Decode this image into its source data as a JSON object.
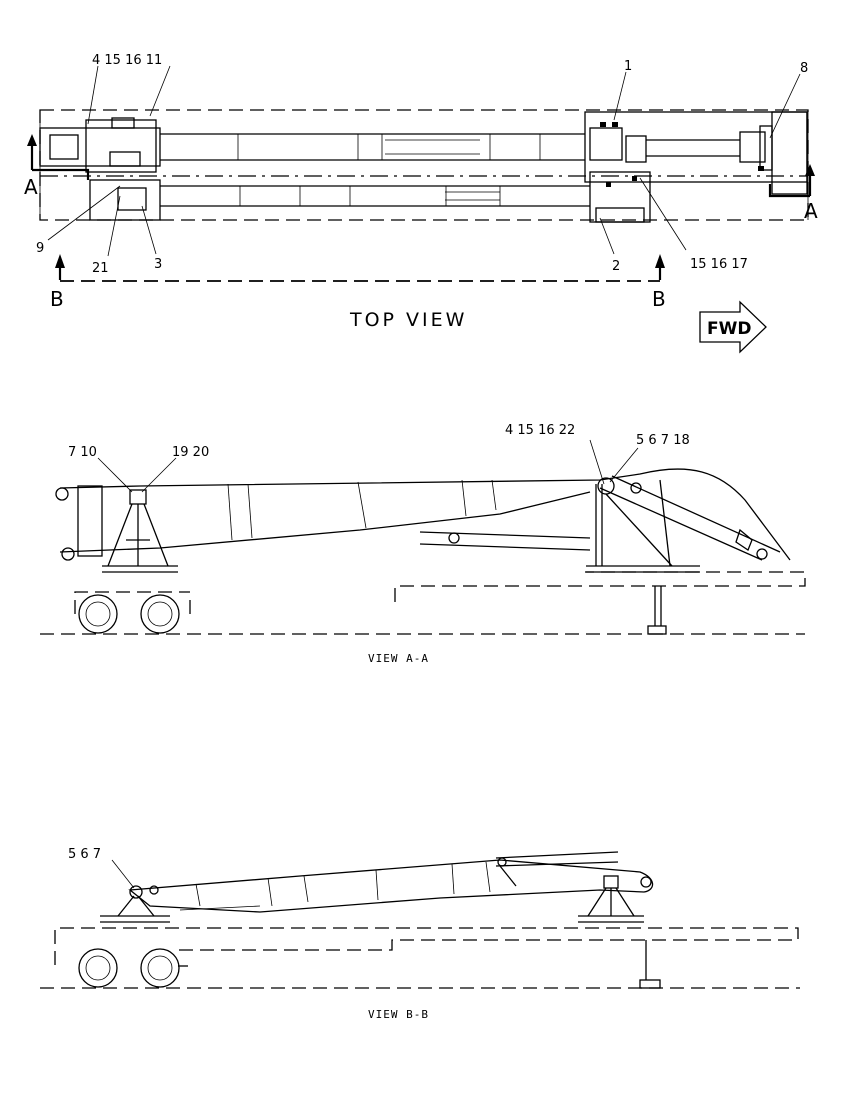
{
  "top_view": {
    "title": "TOP VIEW",
    "fwd": "FWD",
    "section_markers": [
      "A",
      "A",
      "B",
      "B"
    ],
    "callouts": [
      "4 15 16 11",
      "1",
      "8",
      "9",
      "21",
      "3",
      "2",
      "15 16 17"
    ]
  },
  "view_a": {
    "caption": "VIEW A-A",
    "callouts": [
      "7 10",
      "19 20",
      "4 15 16 22",
      "5 6 7 18"
    ]
  },
  "view_b": {
    "caption": "VIEW B-B",
    "callouts": [
      "5 6 7"
    ]
  }
}
